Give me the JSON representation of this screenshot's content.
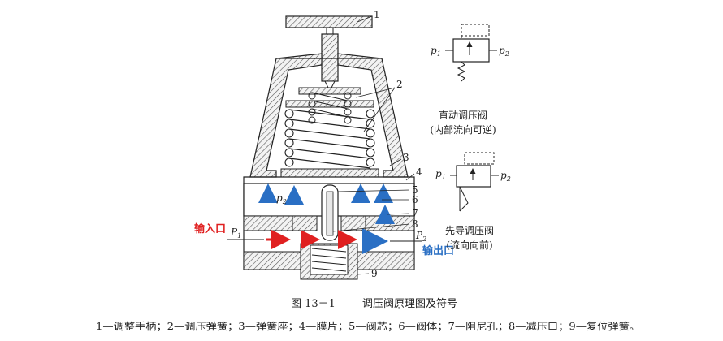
{
  "diagram": {
    "part_numbers": [
      "1",
      "2",
      "3",
      "4",
      "5",
      "6",
      "7",
      "8",
      "9"
    ],
    "labels": {
      "inlet": "输入口",
      "outlet": "输出口",
      "p1": "P",
      "p1_sub": "1",
      "p2": "P",
      "p2_sub": "2",
      "p2_inner": "p",
      "p2_inner_sub": "2"
    },
    "symbols": {
      "direct": {
        "p1": "p",
        "p1_sub": "1",
        "p2": "p",
        "p2_sub": "2",
        "title_line1": "直动调压阀",
        "title_line2": "(内部流向可逆)"
      },
      "pilot": {
        "p1": "p",
        "p1_sub": "1",
        "p2": "p",
        "p2_sub": "2",
        "title_line1": "先导调压阀",
        "title_line2": "(流向向前)"
      }
    },
    "caption": {
      "figure": "图 13－1",
      "title": "调压阀原理图及符号",
      "legend": "1—调整手柄；2—调压弹簧；3—弹簧座；4—膜片；5—阀芯；6—阀体；7—阻尼孔；8—减压口；9—复位弹簧。"
    },
    "colors": {
      "inlet_arrow": "#e02020",
      "outlet_arrow": "#2a6fc4",
      "hatch": "#444444",
      "line": "#222222"
    }
  }
}
